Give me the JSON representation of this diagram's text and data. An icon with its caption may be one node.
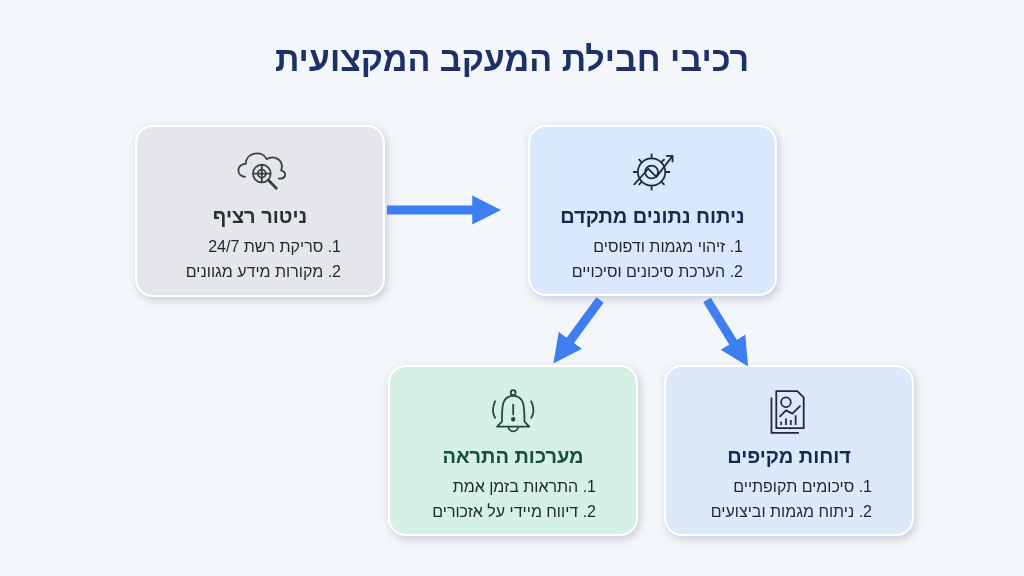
{
  "diagram": {
    "title": "רכיבי חבילת המעקב המקצועית",
    "nodes": [
      {
        "text": [
          "ניטור רציף",
          "1. סריקת רשת 24/7",
          "2. מקורות מידע מגוונים"
        ]
      },
      {
        "text": [
          "ניתוח נתונים מתקדם",
          "1. זיהוי מגמות ודפוסים",
          "2. הערכת סיכונים וסיכויים"
        ]
      },
      {
        "text": [
          "מערכות התראה",
          "1. התראות בזמן אמת",
          "2. דיווח מיידי על אזכורים"
        ]
      },
      {
        "text": [
          "דוחות מקיפים",
          "1. סיכומים תקופתיים",
          "2. ניתוח מגמות וביצועים"
        ]
      }
    ],
    "edges": [
      {
        "from": 0,
        "to": 1,
        "arrow": "to"
      },
      {
        "from": 1,
        "to": 2,
        "arrow": "to"
      },
      {
        "from": 1,
        "to": 3,
        "arrow": "to"
      }
    ]
  }
}
